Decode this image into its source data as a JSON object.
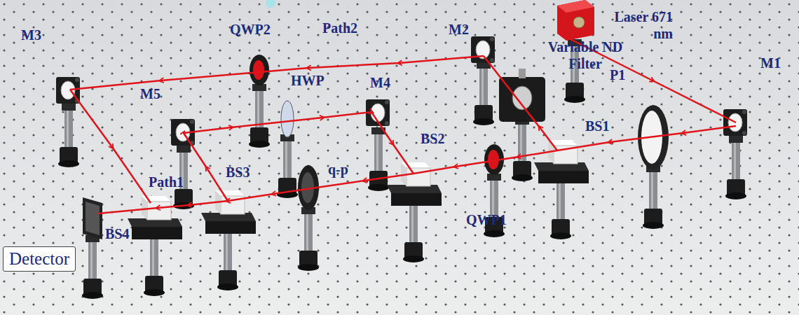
{
  "diagram": {
    "nodes": [
      {
        "text": [
          "Detector"
        ]
      }
    ],
    "labels": [
      "QWP2",
      "Path2",
      "M2",
      "Variable ND Filter",
      "Laser 671 nm",
      "M3",
      "HWP",
      "M4",
      "M5",
      "P1",
      "M1",
      "BS1",
      "BS2",
      "BS3",
      "q-p",
      "Path1",
      "BS4",
      "QWP1"
    ]
  }
}
